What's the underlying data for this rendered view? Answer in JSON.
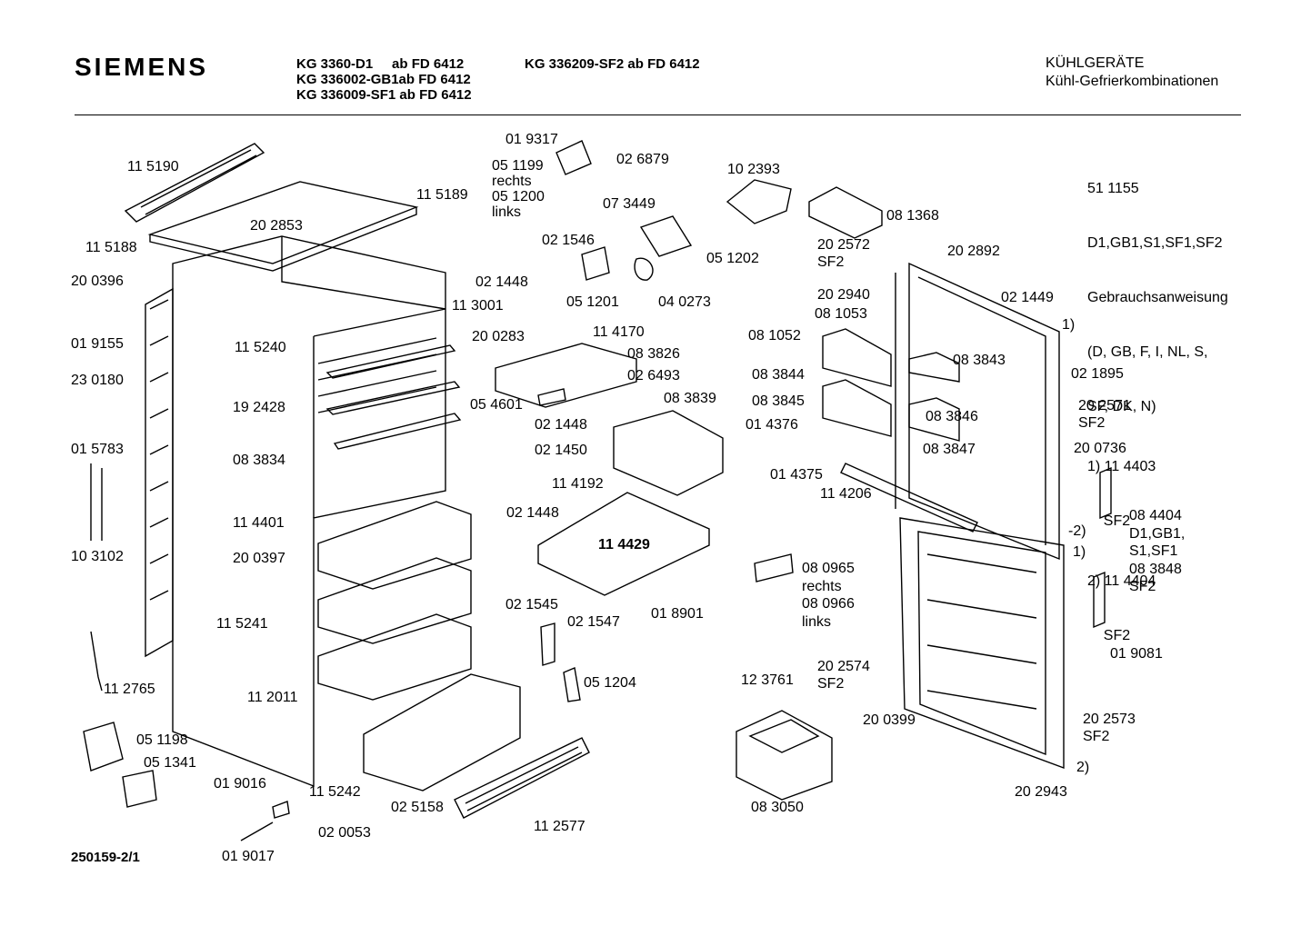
{
  "header": {
    "brand": "SIEMENS",
    "models_col1": [
      "KG 3360-D1     ab FD 6412",
      "KG 336002-GB1ab FD 6412",
      "KG 336009-SF1 ab FD 6412"
    ],
    "models_col2": "KG 336209-SF2 ab FD 6412",
    "category": "KÜHLGERÄTE",
    "subcategory": "Kühl-Gefrierkombinationen"
  },
  "side_note": {
    "lines": [
      "51 1155",
      "D1,GB1,S1,SF1,SF2",
      "Gebrauchsanweisung",
      "(D, GB, F, I, NL, S,",
      "SF, DK, N)",
      "1) 11 4403",
      "    SF2",
      "2) 11 4404",
      "    SF2"
    ]
  },
  "footer_code": "250159-2/1",
  "part_labels": [
    "11 5190",
    "20 2853",
    "11 5189",
    "11 5188",
    "20 0396",
    "01 9155",
    "23 0180",
    "01 5783",
    "10 3102",
    "11 2765",
    "05 1198",
    "05 1341",
    "01 9016",
    "01 9017",
    "02 0053",
    "11 5240",
    "11 3001",
    "19 2428",
    "08 3834",
    "11 4401",
    "20 0397",
    "11 5241",
    "11 2011",
    "11 5242",
    "01 9317",
    "05 1199\nrechts\n05 1200\nlinks",
    "02 6879",
    "07 3449",
    "02 1546",
    "02 1448",
    "05 1201",
    "04 0273",
    "05 1202",
    "10 2393",
    "20 0283",
    "11 4170",
    "08 3826",
    "02 6493",
    "05 4601",
    "02 1448",
    "02 1450",
    "08 3839",
    "11 4192",
    "02 1448",
    "11 4429",
    "02 1545",
    "02 1547",
    "01 8901",
    "05 1204",
    "02 5158",
    "11 2577",
    "08 1368",
    "20 2572\nSF2",
    "20 2892",
    "20 2940",
    "08 1053",
    "08 1052",
    "02 1449",
    "1)",
    "08 3843",
    "02 1895",
    "08 3844",
    "08 3845",
    "08 3846",
    "08 3847",
    "20 2571\nSF2",
    "20 0736",
    "01 4376",
    "01 4375",
    "11 4206",
    "-2)",
    "1)",
    "08 4404\nD1,GB1,\nS1,SF1\n08 3848\nSF2",
    "08 0965\nrechts\n08 0966\nlinks",
    "01 9081",
    "20 2574\nSF2",
    "20 0399",
    "12 3761",
    "08 3050",
    "20 2573\nSF2",
    "2)",
    "20 2943"
  ]
}
